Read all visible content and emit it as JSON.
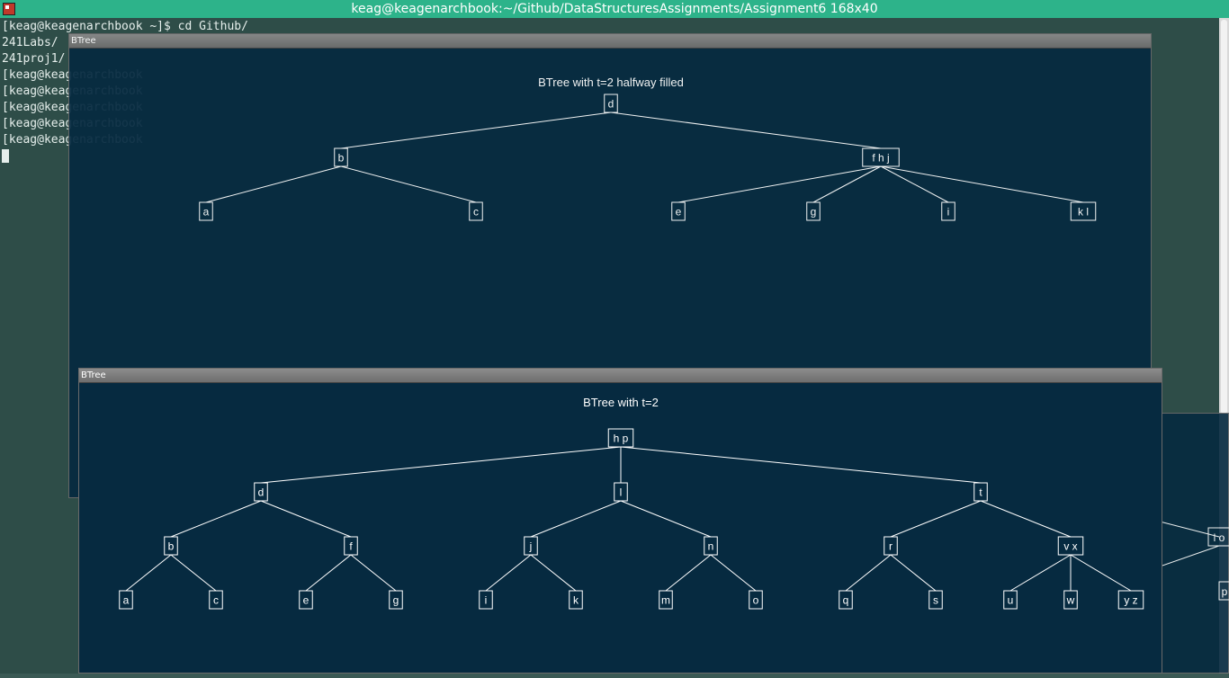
{
  "terminal": {
    "title": "keag@keagenarchbook:~/Github/DataStructuresAssignments/Assignment6 168x40",
    "lines": [
      "[keag@keagenarchbook ~]$ cd Github/",
      "241Labs/",
      "241proj1/",
      "[keag@keagenarchbook",
      "[keag@keagenarchbook",
      "[keag@keagenarchbook",
      "[keag@keagenarchbook",
      "[keag@keagenarchbook"
    ]
  },
  "window_halfway": {
    "titlebar": "BTree",
    "chart_data": {
      "type": "tree",
      "title": "BTree with t=2 halfway filled",
      "nodes": [
        {
          "id": "n0",
          "label": "d",
          "parent": null
        },
        {
          "id": "n1",
          "label": "b",
          "parent": "n0"
        },
        {
          "id": "n2",
          "label": "f h j",
          "parent": "n0"
        },
        {
          "id": "n3",
          "label": "a",
          "parent": "n1"
        },
        {
          "id": "n4",
          "label": "c",
          "parent": "n1"
        },
        {
          "id": "n5",
          "label": "e",
          "parent": "n2"
        },
        {
          "id": "n6",
          "label": "g",
          "parent": "n2"
        },
        {
          "id": "n7",
          "label": "i",
          "parent": "n2"
        },
        {
          "id": "n8",
          "label": "k l",
          "parent": "n2"
        }
      ]
    }
  },
  "window_full": {
    "titlebar": "BTree",
    "chart_data": {
      "type": "tree",
      "title": "BTree with t=2",
      "nodes": [
        {
          "id": "r",
          "label": "h p",
          "parent": null
        },
        {
          "id": "d",
          "label": "d",
          "parent": "r"
        },
        {
          "id": "l",
          "label": "l",
          "parent": "r"
        },
        {
          "id": "t",
          "label": "t",
          "parent": "r"
        },
        {
          "id": "b",
          "label": "b",
          "parent": "d"
        },
        {
          "id": "f",
          "label": "f",
          "parent": "d"
        },
        {
          "id": "j",
          "label": "j",
          "parent": "l"
        },
        {
          "id": "n",
          "label": "n",
          "parent": "l"
        },
        {
          "id": "rr",
          "label": "r",
          "parent": "t"
        },
        {
          "id": "vx",
          "label": "v x",
          "parent": "t"
        },
        {
          "id": "a",
          "label": "a",
          "parent": "b"
        },
        {
          "id": "c",
          "label": "c",
          "parent": "b"
        },
        {
          "id": "e",
          "label": "e",
          "parent": "f"
        },
        {
          "id": "g",
          "label": "g",
          "parent": "f"
        },
        {
          "id": "i",
          "label": "i",
          "parent": "j"
        },
        {
          "id": "k",
          "label": "k",
          "parent": "j"
        },
        {
          "id": "m",
          "label": "m",
          "parent": "n"
        },
        {
          "id": "o",
          "label": "o",
          "parent": "n"
        },
        {
          "id": "q",
          "label": "q",
          "parent": "rr"
        },
        {
          "id": "s",
          "label": "s",
          "parent": "rr"
        },
        {
          "id": "u",
          "label": "u",
          "parent": "vx"
        },
        {
          "id": "w",
          "label": "w",
          "parent": "vx"
        },
        {
          "id": "yz",
          "label": "y z",
          "parent": "vx"
        }
      ]
    }
  },
  "window_background": {
    "node_labels": [
      "l o",
      "p"
    ]
  }
}
